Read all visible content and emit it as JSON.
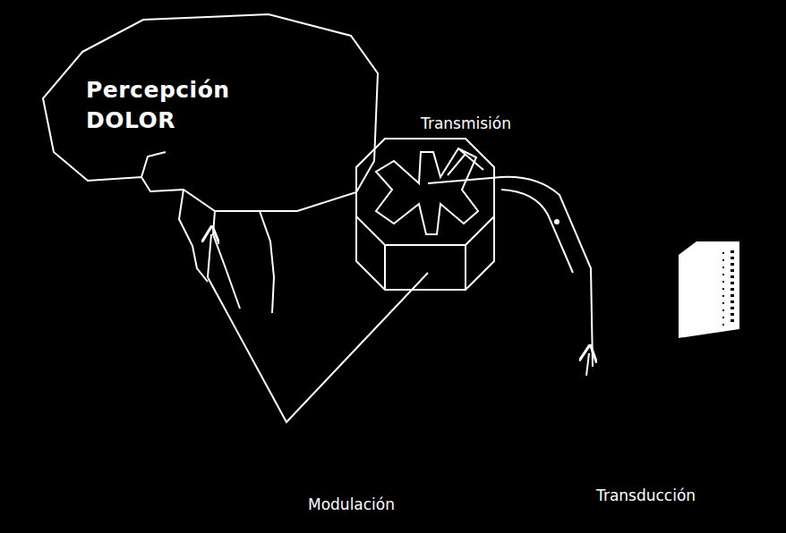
{
  "diagram": {
    "nodes": [
      {
        "text": [
          "Percepción DOLOR"
        ]
      }
    ],
    "labels": [
      "Transmisión",
      "Modulación",
      "Transducción"
    ]
  }
}
